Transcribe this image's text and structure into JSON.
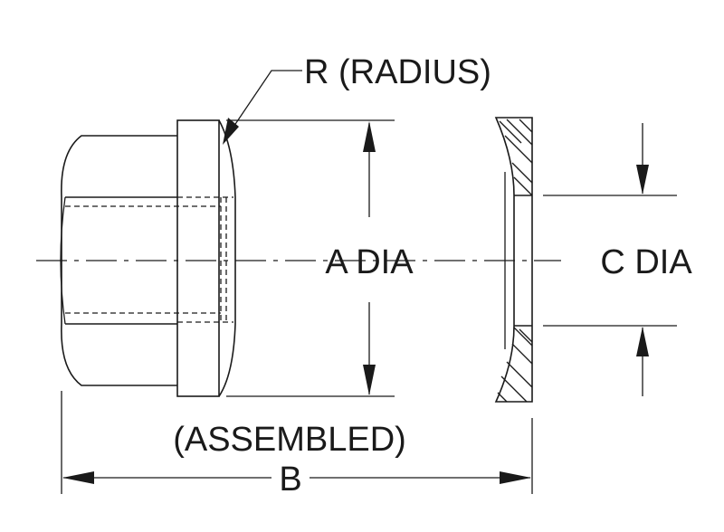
{
  "labels": {
    "radius": "R (RADIUS)",
    "a_dia": "A DIA",
    "c_dia": "C DIA",
    "assembled": "(ASSEMBLED)",
    "b": "B"
  }
}
